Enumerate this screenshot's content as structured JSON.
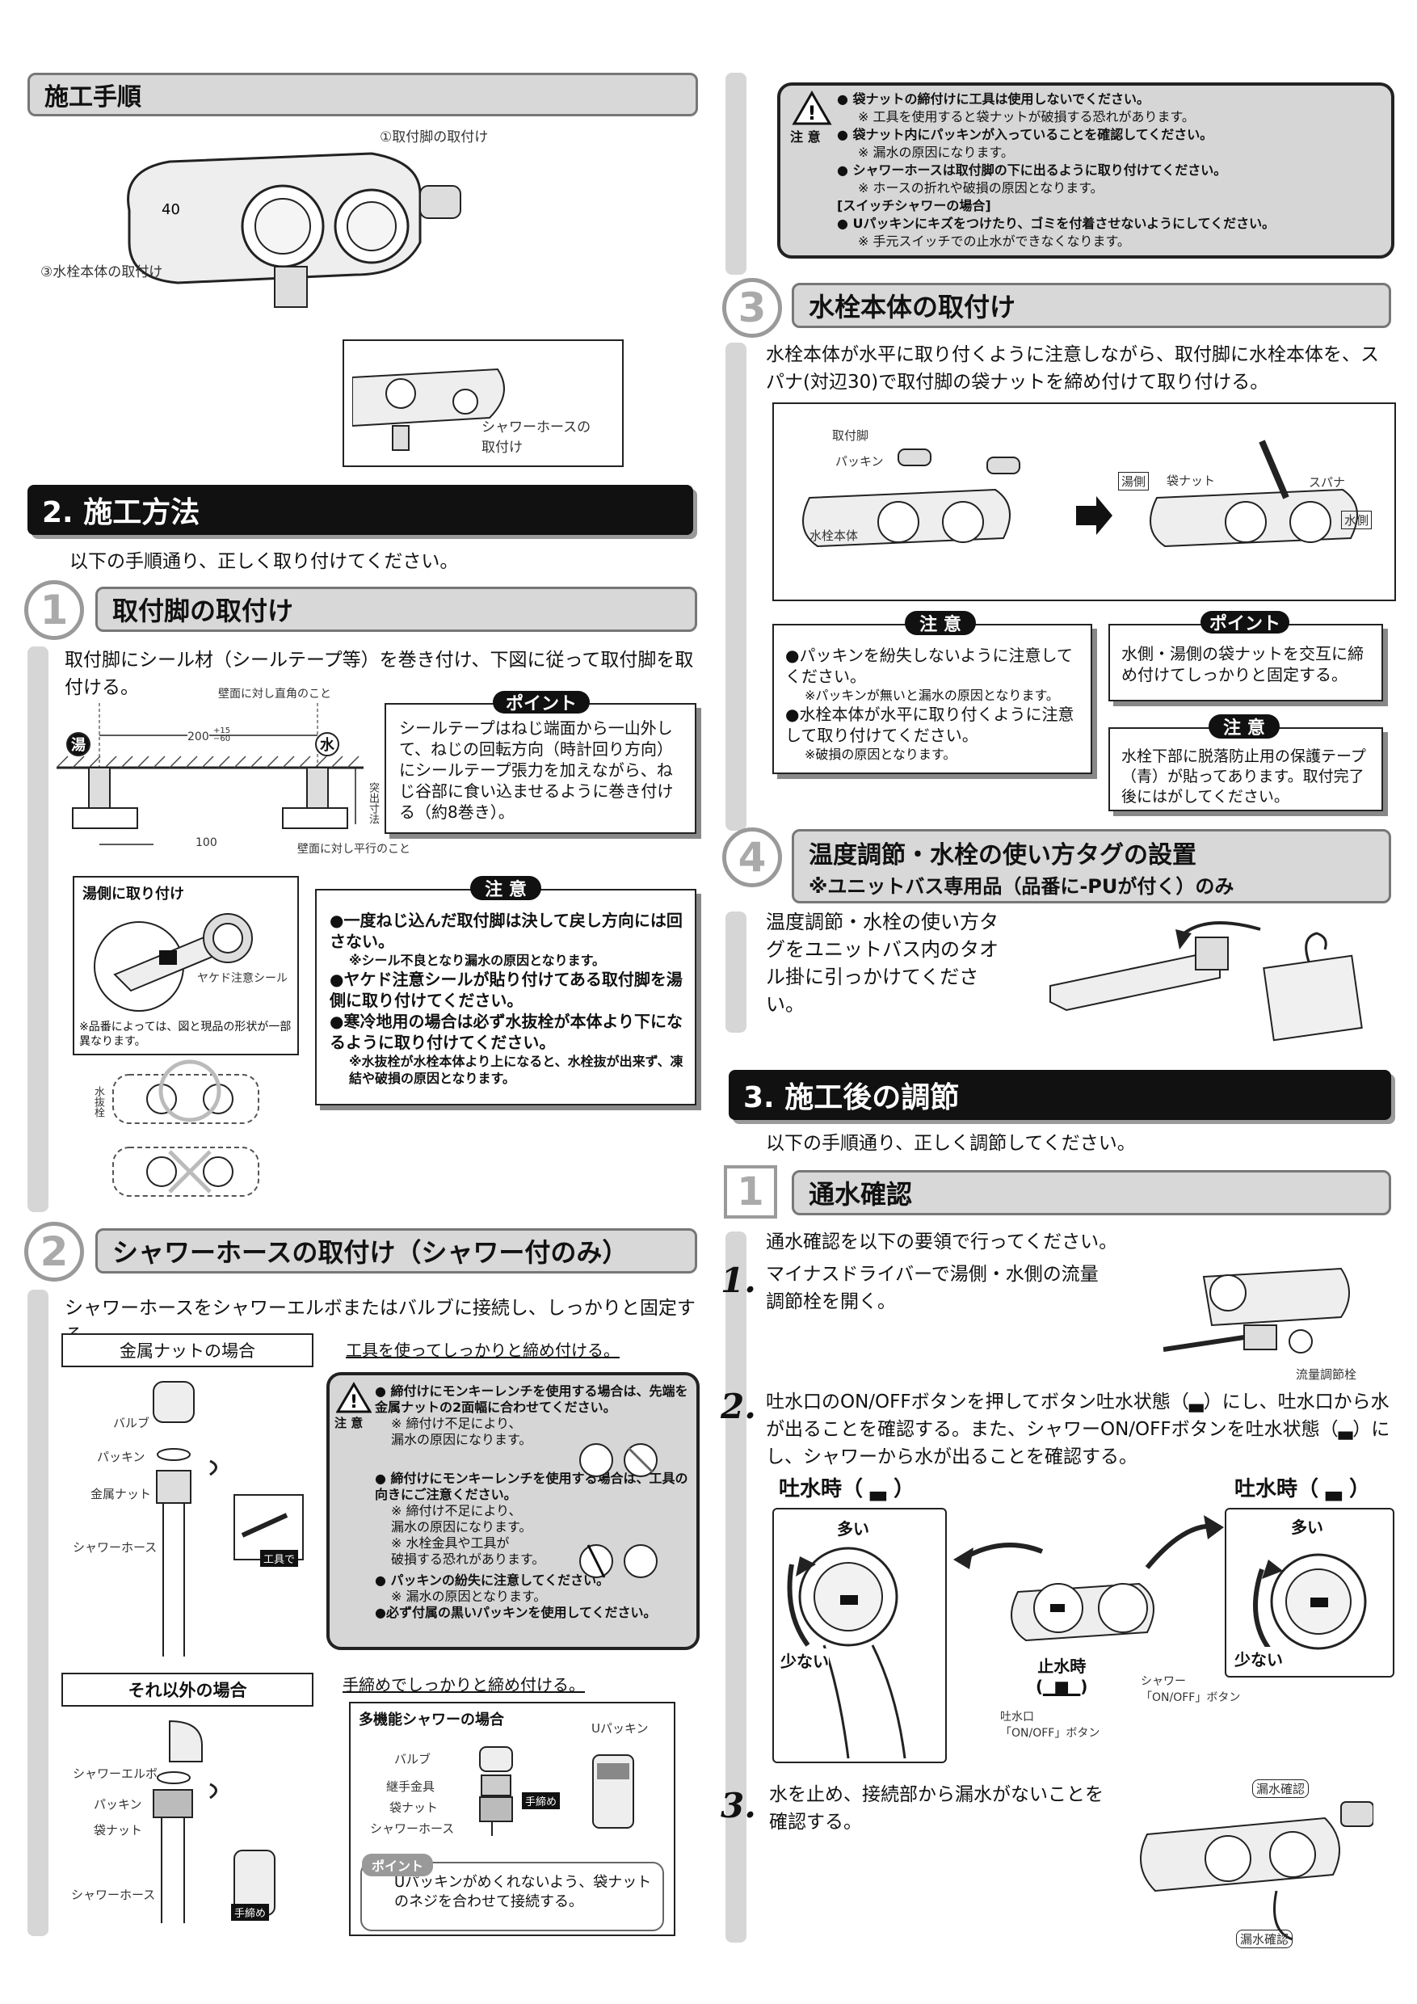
{
  "left": {
    "procedure_title": "施工手順",
    "proc_labels": {
      "mount": "①取付脚の取付け",
      "body": "③水栓本体の取付け",
      "hose": "シャワーホースの\n取付け"
    },
    "section2_title": "2. 施工方法",
    "section2_intro": "以下の手順通り、正しく取り付けてください。",
    "step1": {
      "num": "1",
      "title": "取付脚の取付け",
      "text": "取付脚にシール材（シールテープ等）を巻き付け、下図に従って取付脚を取付ける。",
      "diagram_labels": {
        "perp": "壁面に対し直角のこと",
        "hot": "湯",
        "cold": "水",
        "dim200": "200",
        "dim_tol": "+15\n−60",
        "dim100": "100",
        "parallel": "壁面に対し平行のこと",
        "protrusion": "突出寸法"
      },
      "point_label": "ポイント",
      "point_text": "シールテープはねじ端面から一山外して、ねじの回転方向（時計回り方向）にシールテープ張力を加えながら、ねじ谷部に食い込ませるように巻き付ける（約8巻き）。",
      "hotside_title": "湯側に取り付け",
      "burn_seal": "ヤケド注意シール",
      "hotside_note": "※品番によっては、図と現品の形状が一部異なります。",
      "drain_label": "水抜栓",
      "caution_label": "注 意",
      "cautions": [
        {
          "main": "●一度ねじ込んだ取付脚は決して戻し方向には回さない。",
          "sub": "※シール不良となり漏水の原因となります。"
        },
        {
          "main": "●ヤケド注意シールが貼り付けてある取付脚を湯側に取り付けてください。",
          "sub": ""
        },
        {
          "main": "●寒冷地用の場合は必ず水抜栓が本体より下になるように取り付けてください。",
          "sub": "※水抜栓が水栓本体より上になると、水栓抜が出来ず、凍結や破損の原因となります。"
        }
      ]
    },
    "step2": {
      "num": "2",
      "title": "シャワーホースの取付け（シャワー付のみ）",
      "text": "シャワーホースをシャワーエルボまたはバルブに接続し、しっかりと固定する。",
      "metal_title": "金属ナットの場合",
      "metal_text": "工具を使ってしっかりと締め付ける。",
      "metal_labels": {
        "valve": "バルブ",
        "packing": "パッキン",
        "nut": "金属ナット",
        "hose": "シャワーホース",
        "tool": "工具で"
      },
      "warn_label": "注 意",
      "warns": [
        {
          "main": "● 締付けにモンキーレンチを使用する場合は、先端を金属ナットの2面幅に合わせてください。",
          "sub": "※ 締付け不足により、\n漏水の原因になります。"
        },
        {
          "main": "● 締付けにモンキーレンチを使用する場合は、工具の向きにご注意ください。",
          "sub": "※ 締付け不足により、\n漏水の原因になります。\n※ 水栓金具や工具が\n破損する恐れがあります。"
        },
        {
          "main": "● パッキンの紛失に注意してください。",
          "sub": "※ 漏水の原因となります。"
        },
        {
          "main": "●必ず付属の黒いパッキンを使用してください。",
          "sub": ""
        }
      ],
      "other_title": "それ以外の場合",
      "other_text": "手締めでしっかりと締め付ける。",
      "other_labels": {
        "elbow": "シャワーエルボ",
        "packing": "パッキン",
        "nut": "袋ナット",
        "hose": "シャワーホース",
        "hand": "手締め"
      },
      "multi_title": "多機能シャワーの場合",
      "multi_labels": {
        "valve": "バルブ",
        "joint": "継手金具",
        "nut": "袋ナット",
        "hose": "シャワーホース",
        "upacking": "Uパッキン",
        "hand": "手締め"
      },
      "multi_point_label": "ポイント",
      "multi_point_text": "Uパッキンがめくれないよう、袋ナットのネジを合わせて接続する。"
    }
  },
  "right": {
    "top_warn_label": "注 意",
    "top_warns": [
      {
        "text": "● 袋ナットの締付けに工具は使用しないでください。",
        "bold": true
      },
      {
        "text": "※ 工具を使用すると袋ナットが破損する恐れがあります。",
        "bold": false
      },
      {
        "text": "● 袋ナット内にパッキンが入っていることを確認してください。",
        "bold": true
      },
      {
        "text": "※ 漏水の原因になります。",
        "bold": false
      },
      {
        "text": "● シャワーホースは取付脚の下に出るように取り付けてください。",
        "bold": true
      },
      {
        "text": "※ ホースの折れや破損の原因となります。",
        "bold": false
      },
      {
        "text": "[スイッチシャワーの場合]",
        "bold": true
      },
      {
        "text": "● Uパッキンにキズをつけたり、ゴミを付着させないようにしてください。",
        "bold": true
      },
      {
        "text": "※ 手元スイッチでの止水ができなくなります。",
        "bold": false
      }
    ],
    "step3": {
      "num": "3",
      "title": "水栓本体の取付け",
      "text": "水栓本体が水平に取り付くように注意しながら、取付脚に水栓本体を、スパナ(対辺30)で取付脚の袋ナットを締め付けて取り付ける。",
      "diagram_labels": {
        "mount": "取付脚",
        "packing": "パッキン",
        "body": "水栓本体",
        "hot": "湯側",
        "nut": "袋ナット",
        "spanner": "スパナ",
        "cold": "水側"
      },
      "caution_label": "注 意",
      "cautions": [
        {
          "main": "●パッキンを紛失しないように注意してください。",
          "sub": "※パッキンが無いと漏水の原因となります。"
        },
        {
          "main": "●水栓本体が水平に取り付くように注意して取り付けてください。",
          "sub": "※破損の原因となります。"
        }
      ],
      "point_label": "ポイント",
      "point_text": "水側・湯側の袋ナットを交互に締め付けてしっかりと固定する。",
      "caution2_label": "注 意",
      "caution2_text": "水栓下部に脱落防止用の保護テープ（青）が貼ってあります。取付完了後にはがしてください。"
    },
    "step4": {
      "num": "4",
      "title": "温度調節・水栓の使い方タグの設置",
      "subtitle": "※ユニットバス専用品（品番に-PUが付く）のみ",
      "text": "温度調節・水栓の使い方タグをユニットバス内のタオル掛に引っかけてください。"
    },
    "section3_title": "3. 施工後の調節",
    "section3_intro": "以下の手順通り、正しく調節してください。",
    "adj1": {
      "num": "1",
      "title": "通水確認",
      "intro": "通水確認を以下の要領で行ってください。",
      "item1_num": "1.",
      "item1_text": "マイナスドライバーで湯側・水側の流量調節栓を開く。",
      "flow_label": "流量調節栓",
      "item2_num": "2.",
      "item2_text": "吐水口のON/OFFボタンを押してボタン吐水状態（▃）にし、吐水口から水が出ることを確認する。また、シャワーON/OFFボタンを吐水状態（▃）にし、シャワーから水が出ることを確認する。",
      "spout_left": "吐水時（ ▃ ）",
      "spout_right": "吐水時（ ▃ ）",
      "more": "多い",
      "less": "少ない",
      "stop": "止水時\n(▁▆▁)",
      "shower_btn": "シャワー\n「ON/OFF」ボタン",
      "spout_btn": "吐水口\n「ON/OFF」ボタン",
      "item3_num": "3.",
      "item3_text": "水を止め、接続部から漏水がないことを確認する。",
      "leak1": "漏水確認",
      "leak2": "漏水確認"
    }
  }
}
